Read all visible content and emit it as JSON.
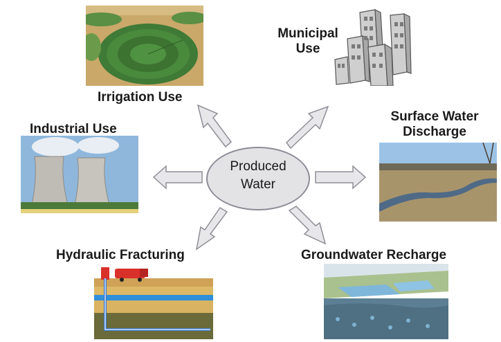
{
  "center": {
    "line1": "Produced",
    "line2": "Water"
  },
  "uses": {
    "irrigation": "Irrigation Use",
    "municipal_line1": "Municipal",
    "municipal_line2": "Use",
    "industrial": "Industrial Use",
    "surface_line1": "Surface Water",
    "surface_line2": "Discharge",
    "fracturing": "Hydraulic Fracturing",
    "groundwater": "Groundwater Recharge"
  },
  "colors": {
    "ellipse_fill": "#e3e3e6",
    "arrow_fill": "#e7e7ea",
    "arrow_stroke": "#8e8e96"
  }
}
